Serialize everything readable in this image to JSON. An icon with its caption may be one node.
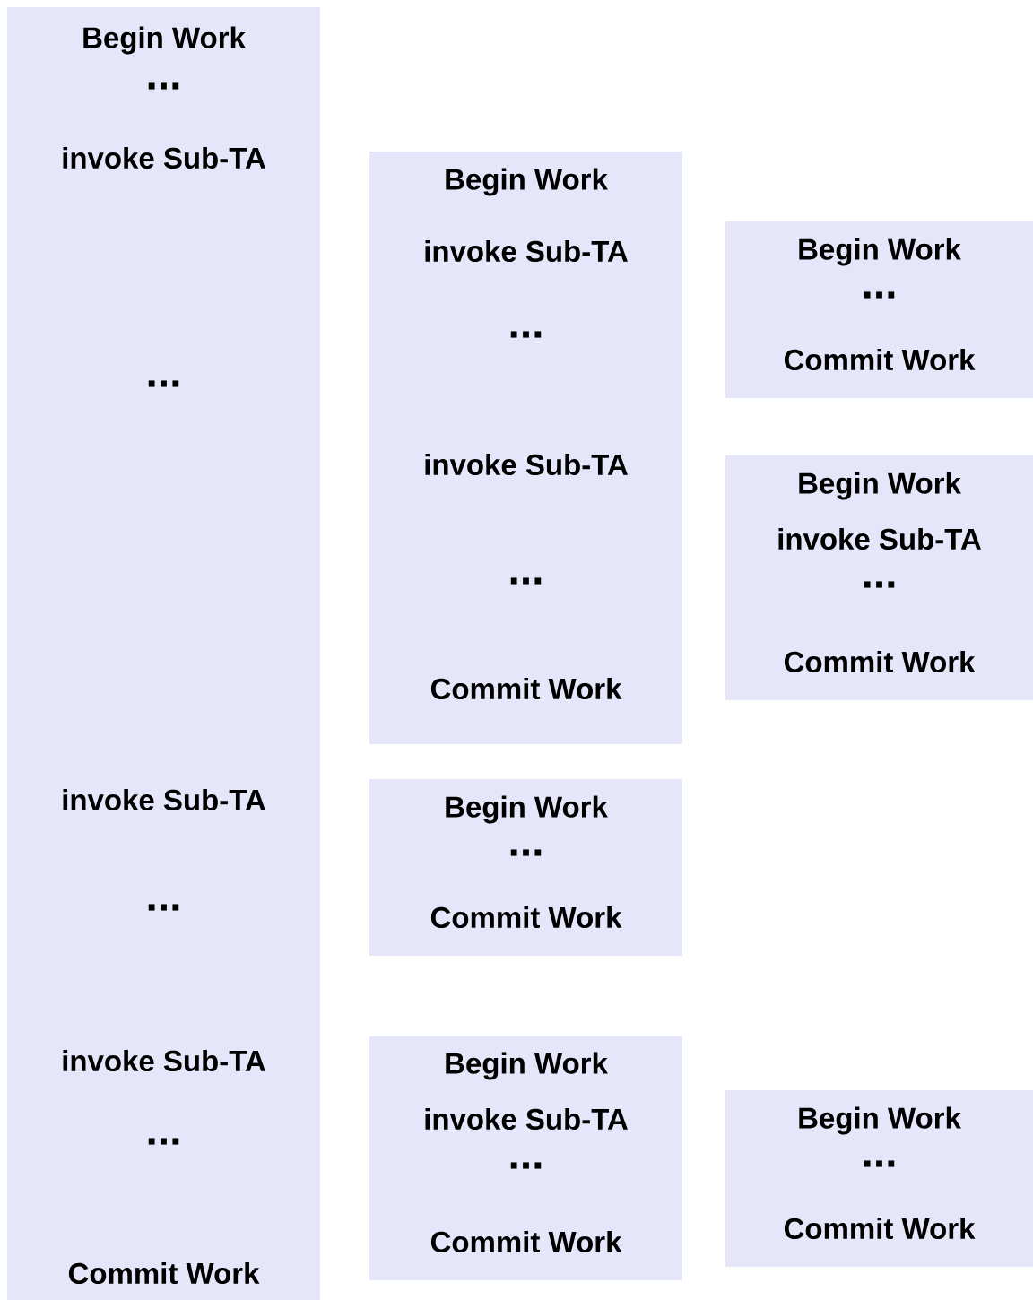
{
  "diagram": {
    "nodes": [
      {
        "text": [
          "Begin Work",
          "...",
          "invoke Sub-TA",
          "...",
          "invoke Sub-TA",
          "...",
          "invoke Sub-TA",
          "...",
          "Commit Work"
        ]
      },
      {
        "text": [
          "Begin Work",
          "invoke Sub-TA",
          "...",
          "invoke Sub-TA",
          "...",
          "Commit Work"
        ]
      },
      {
        "text": [
          "Begin Work",
          "...",
          "Commit Work"
        ]
      },
      {
        "text": [
          "Begin Work",
          "invoke Sub-TA",
          "...",
          "Commit Work"
        ]
      },
      {
        "text": [
          "Begin Work",
          "...",
          "Commit Work"
        ]
      },
      {
        "text": [
          "Begin Work",
          "invoke Sub-TA",
          "...",
          "Commit Work"
        ]
      },
      {
        "text": [
          "Begin Work",
          "...",
          "Commit Work"
        ]
      }
    ],
    "edges": []
  }
}
